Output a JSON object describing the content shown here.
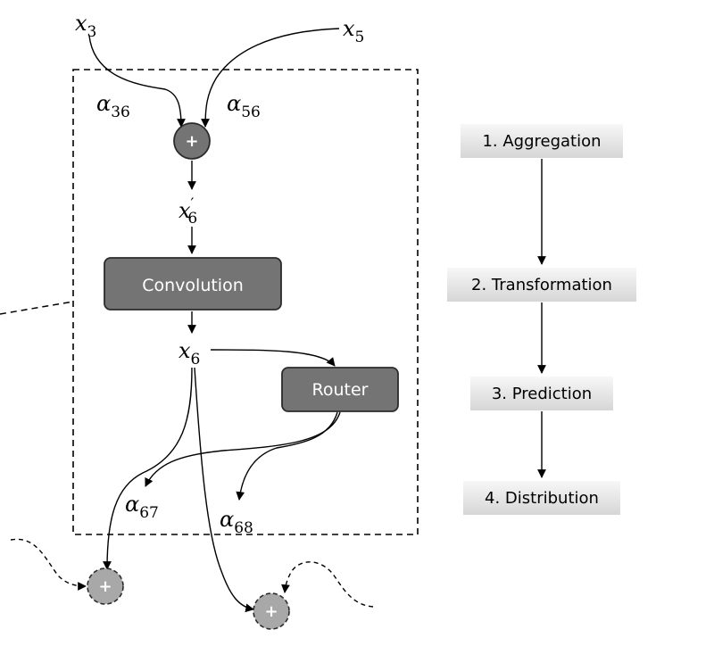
{
  "variables": {
    "x3": {
      "base": "x",
      "sub": "3"
    },
    "x5": {
      "base": "x",
      "sub": "5"
    },
    "x6prime": {
      "base": "x",
      "prime": "′",
      "sub": "6"
    },
    "x6": {
      "base": "x",
      "sub": "6"
    },
    "a36": {
      "base": "α",
      "sub": "36"
    },
    "a56": {
      "base": "α",
      "sub": "56"
    },
    "a67": {
      "base": "α",
      "sub": "67"
    },
    "a68": {
      "base": "α",
      "sub": "68"
    }
  },
  "nodes": {
    "sum_symbol": "+",
    "convolution": "Convolution",
    "router": "Router"
  },
  "steps": [
    {
      "label": "1. Aggregation"
    },
    {
      "label": "2. Transformation"
    },
    {
      "label": "3. Prediction"
    },
    {
      "label": "4. Distribution"
    }
  ],
  "colors": {
    "node_fill": "#747474",
    "node_stroke": "#2b2b2b",
    "faded_node_fill": "#a8a8a8",
    "step_bg_top": "#f7f7f7",
    "step_bg_bottom": "#d9d9d9",
    "line": "#000000"
  }
}
